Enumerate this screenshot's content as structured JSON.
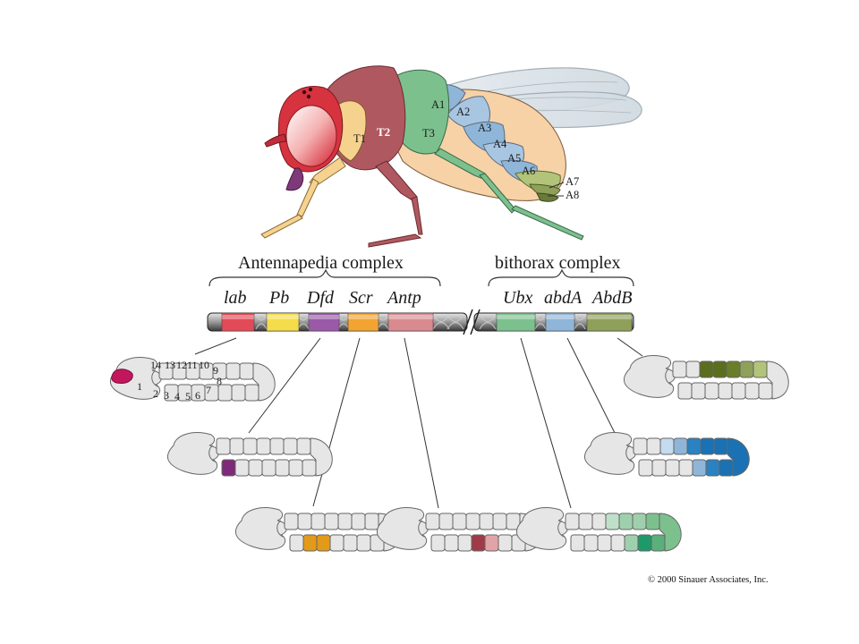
{
  "complexes": {
    "antennapedia": "Antennapedia complex",
    "bithorax": "bithorax complex"
  },
  "genes": [
    {
      "name": "lab",
      "color": "#e34a57"
    },
    {
      "name": "Pb",
      "color": "#f5dc4a"
    },
    {
      "name": "Dfd",
      "color": "#9a5aa8"
    },
    {
      "name": "Scr",
      "color": "#f2a432"
    },
    {
      "name": "Antp",
      "color": "#d98a8f"
    },
    {
      "name": "Ubx",
      "color": "#7cc08e"
    },
    {
      "name": "abdA",
      "color": "#8fb6d8"
    },
    {
      "name": "AbdB",
      "color": "#8ea05a"
    }
  ],
  "fly_segments": {
    "t1": "T1",
    "t2": "T2",
    "t3": "T3",
    "a1": "A1",
    "a2": "A2",
    "a3": "A3",
    "a4": "A4",
    "a5": "A5",
    "a6": "A6",
    "a7": "A7",
    "a8": "A8"
  },
  "embryo_numbers": [
    "1",
    "2",
    "3",
    "4",
    "5",
    "6",
    "7",
    "8",
    "9",
    "10",
    "11",
    "12",
    "13",
    "14"
  ],
  "credit": "© 2000 Sinauer Associates, Inc."
}
